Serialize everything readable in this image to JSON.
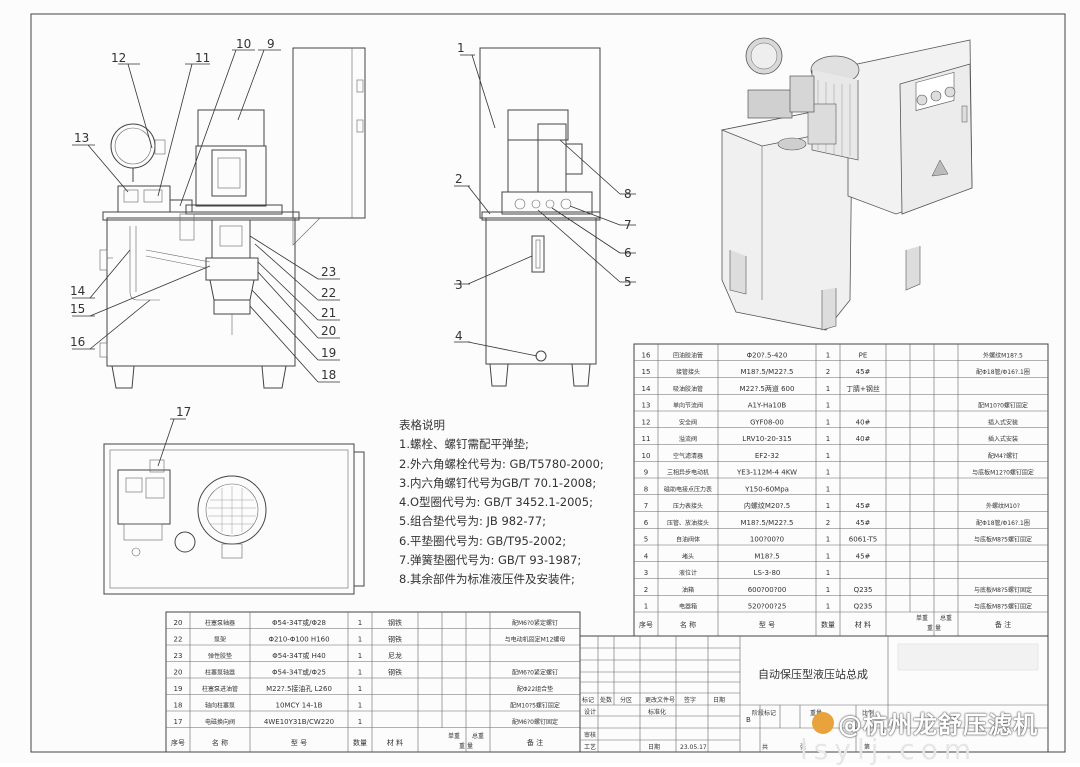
{
  "drawing": {
    "callouts_front": [
      "12",
      "11",
      "10",
      "9",
      "13",
      "14",
      "15",
      "16",
      "23",
      "22",
      "21",
      "20",
      "19",
      "18"
    ],
    "callouts_side": [
      "1",
      "2",
      "3",
      "4",
      "8",
      "7",
      "6",
      "5"
    ],
    "callout_top": "17",
    "notes": {
      "title": "表格说明",
      "lines": [
        "1.螺栓、螺钉需配平弹垫;",
        "2.外六角螺栓代号为: GB/T5780-2000;",
        "3.内六角螺钉代号为GB/T 70.1-2008;",
        "4.O型圈代号为: GB/T 3452.1-2005;",
        "5.组合垫代号为: JB 982-77;",
        "6.平垫圈代号为: GB/T95-2002;",
        "7.弹簧垫圈代号为: GB/T 93-1987;",
        "8.其余部件为标准液压件及安装件;"
      ]
    }
  },
  "bom_right": {
    "rows": [
      {
        "no": "16",
        "name": "回油胶油管",
        "spec": "Φ20?.5-420",
        "qty": "1",
        "mat": "PE",
        "note": "外螺纹M18?.5"
      },
      {
        "no": "15",
        "name": "接管接头",
        "spec": "M18?.5/M22?.5",
        "qty": "2",
        "mat": "45#",
        "note": "配Φ18管/Φ16?.1圈"
      },
      {
        "no": "14",
        "name": "吸油胶油管",
        "spec": "M22?.5两道 600",
        "qty": "1",
        "mat": "丁腈+钢丝",
        "note": ""
      },
      {
        "no": "13",
        "name": "单向节流阀",
        "spec": "A1Y-Ha10B",
        "qty": "1",
        "mat": "",
        "note": "配M10?0螺钉固定"
      },
      {
        "no": "12",
        "name": "安全阀",
        "spec": "GYF08-00",
        "qty": "1",
        "mat": "40#",
        "note": "插入式安装"
      },
      {
        "no": "11",
        "name": "溢流阀",
        "spec": "LRV10-20-315",
        "qty": "1",
        "mat": "40#",
        "note": "插入式安装"
      },
      {
        "no": "10",
        "name": "空气滤清器",
        "spec": "EF2-32",
        "qty": "1",
        "mat": "",
        "note": "配M4?螺钉"
      },
      {
        "no": "9",
        "name": "三相异步电动机",
        "spec": "YE3-112M-4 4KW",
        "qty": "1",
        "mat": "",
        "note": "与底板M12?0螺钉固定"
      },
      {
        "no": "8",
        "name": "磁助电接点压力表",
        "spec": "Y150-60Mpa",
        "qty": "1",
        "mat": "",
        "note": ""
      },
      {
        "no": "7",
        "name": "压力表接头",
        "spec": "内螺纹M20?.5",
        "qty": "1",
        "mat": "45#",
        "note": "外螺纹M10?"
      },
      {
        "no": "6",
        "name": "压管、放油接头",
        "spec": "M18?.5/M22?.5",
        "qty": "2",
        "mat": "45#",
        "note": "配Φ18管/Φ16?.1圈"
      },
      {
        "no": "5",
        "name": "自油阀体",
        "spec": "100?00?0",
        "qty": "1",
        "mat": "6061-T5",
        "note": "与底板M8?5螺钉固定"
      },
      {
        "no": "4",
        "name": "堵头",
        "spec": "M18?.5",
        "qty": "1",
        "mat": "45#",
        "note": ""
      },
      {
        "no": "3",
        "name": "液位计",
        "spec": "LS-3-80",
        "qty": "1",
        "mat": "",
        "note": ""
      },
      {
        "no": "2",
        "name": "油箱",
        "spec": "600?00?00",
        "qty": "1",
        "mat": "Q235",
        "note": "与底板M8?5螺钉固定"
      },
      {
        "no": "1",
        "name": "电器箱",
        "spec": "520?00?25",
        "qty": "1",
        "mat": "Q235",
        "note": "与底板M8?5螺钉固定"
      }
    ],
    "header": {
      "no": "序号",
      "name": "名 称",
      "spec": "型 号",
      "qty": "数量",
      "mat": "材 料",
      "single": "单重",
      "total": "总重",
      "weight": "重 量",
      "note": "备 注"
    }
  },
  "bom_left": {
    "rows": [
      {
        "no": "20",
        "name": "柱塞泵轴器",
        "spec": "Φ54-34T或/Φ28",
        "qty": "1",
        "mat": "钢铁",
        "note": "配M6?0紧定螺钉"
      },
      {
        "no": "22",
        "name": "泵架",
        "spec": "Φ210-Φ100 H160",
        "qty": "1",
        "mat": "钢铁",
        "note": "与电动机固定M12螺母"
      },
      {
        "no": "23",
        "name": "弹性胶垫",
        "spec": "Φ54-34T或 H40",
        "qty": "1",
        "mat": "尼龙",
        "note": ""
      },
      {
        "no": "20",
        "name": "柱塞泵轴器",
        "spec": "Φ54-34T或/Φ25",
        "qty": "1",
        "mat": "钢铁",
        "note": "配M6?0紧定螺钉"
      },
      {
        "no": "19",
        "name": "柱塞泵进油管",
        "spec": "M22?.5接油孔 L260",
        "qty": "1",
        "mat": "",
        "note": "配Φ22组合垫"
      },
      {
        "no": "18",
        "name": "轴向柱塞泵",
        "spec": "10MCY 14-1B",
        "qty": "1",
        "mat": "",
        "note": "配M10?5螺钉固定"
      },
      {
        "no": "17",
        "name": "电磁换向阀",
        "spec": "4WE10Y31B/CW220",
        "qty": "1",
        "mat": "",
        "note": "配M6?0螺钉固定"
      }
    ],
    "header": {
      "no": "序号",
      "name": "名 称",
      "spec": "型 号",
      "qty": "数量",
      "mat": "材 料",
      "single": "单重",
      "total": "总重",
      "weight": "重 量",
      "note": "备 注"
    }
  },
  "title_block": {
    "title": "自动保压型液压站总成",
    "labels": {
      "mark": "标记",
      "count": "处数",
      "zone": "分区",
      "change": "更改文件号",
      "sign": "签字",
      "date": "日期",
      "design": "设计",
      "standard": "标准化",
      "check": "审核",
      "process": "工艺",
      "approve": "日期",
      "stage": "阶段标记",
      "weight": "重量",
      "scale": "比例",
      "sheet": "共",
      "sheet2": "张",
      "sheetof": "第",
      "date_value": "23.05.17"
    },
    "stage_value": "B"
  },
  "watermark": {
    "text": "@杭州龙舒压滤机",
    "url_text": "lsylj.com"
  }
}
